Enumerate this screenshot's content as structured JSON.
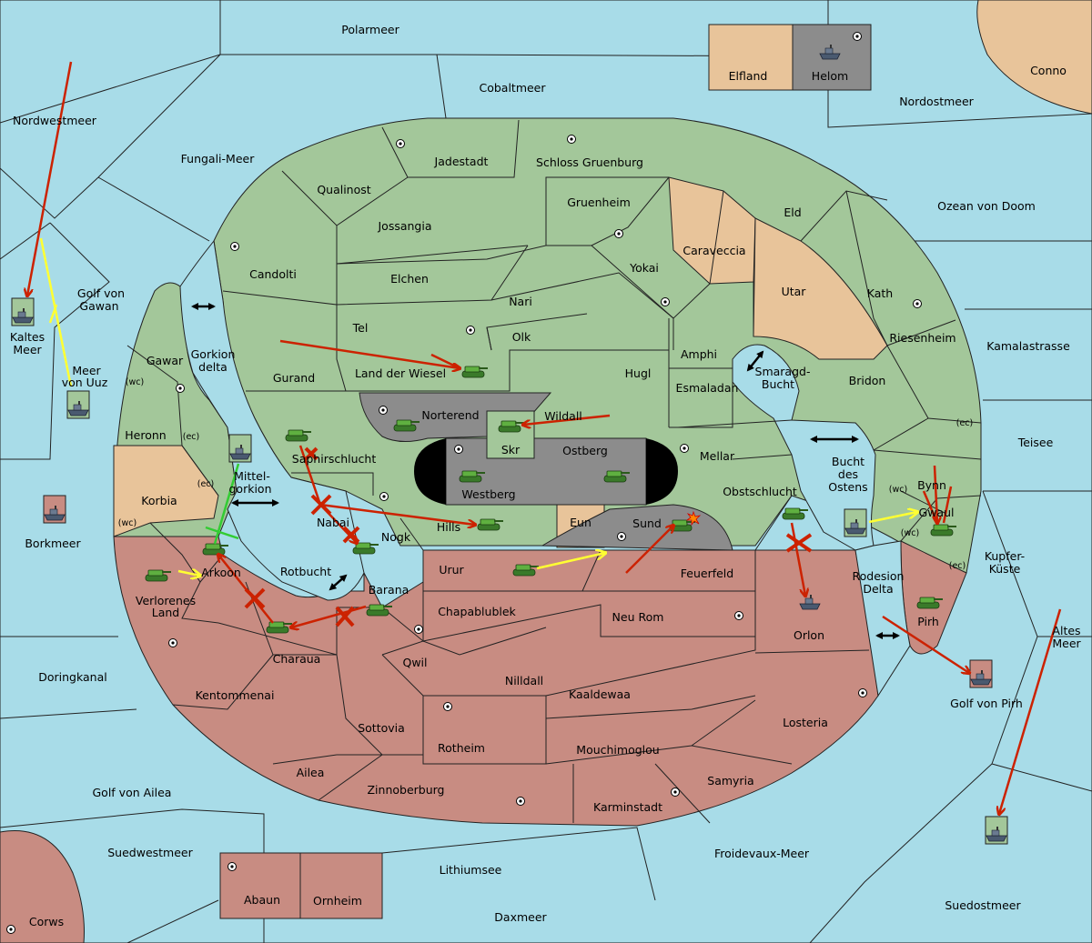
{
  "map": {
    "colors": {
      "sea": "#a8dce8",
      "player_green": "#a3c79a",
      "player_tan": "#e8c49a",
      "player_red": "#c88c82",
      "impassable": "#8c8c8c",
      "move_red": "#cc2200",
      "support_yellow": "#ffff33",
      "convoy_green": "#33cc33",
      "arrow_black": "#000000"
    },
    "seas": {
      "polarmeer": "Polarmeer",
      "cobaltmeer": "Cobaltmeer",
      "nordwestmeer": "Nordwestmeer",
      "fungali": "Fungali-Meer",
      "conno": "Conno",
      "nordostmeer": "Nordostmeer",
      "ozean": "Ozean von Doom",
      "golf_gawan_1": "Golf von",
      "golf_gawan_2": "Gawan",
      "kaltes_1": "Kaltes",
      "kaltes_2": "Meer",
      "uuz_1": "Meer",
      "uuz_2": "von Uuz",
      "gorkion_1": "Gorkion",
      "gorkion_2": "delta",
      "mittel_1": "Mittel-",
      "mittel_2": "gorkion",
      "borkmeer": "Borkmeer",
      "rotbucht": "Rotbucht",
      "smaragd_1": "Smaragd-",
      "smaragd_2": "Bucht",
      "bucht_1": "Bucht",
      "bucht_2": "des",
      "bucht_3": "Ostens",
      "kamala": "Kamalastrasse",
      "teisee": "Teisee",
      "kupfer_1": "Kupfer-",
      "kupfer_2": "Küste",
      "rodesion_1": "Rodesion",
      "rodesion_2": "Delta",
      "altes_1": "Altes",
      "altes_2": "Meer",
      "golf_pirh": "Golf von Pirh",
      "doringkanal": "Doringkanal",
      "golf_ailea": "Golf von Ailea",
      "suedwestmeer": "Suedwestmeer",
      "lithiumsee": "Lithiumsee",
      "froidevaux": "Froidevaux-Meer",
      "suedostmeer": "Suedostmeer",
      "daxmeer": "Daxmeer",
      "corws": "Corws"
    },
    "lands": {
      "elfland": "Elfland",
      "helom": "Helom",
      "jadestadt": "Jadestadt",
      "schloss": "Schloss Gruenburg",
      "qualinost": "Qualinost",
      "gruenheim": "Gruenheim",
      "eld": "Eld",
      "jossangia": "Jossangia",
      "caraveccia": "Caraveccia",
      "candolti": "Candolti",
      "elchen": "Elchen",
      "yokai": "Yokai",
      "utar": "Utar",
      "kath": "Kath",
      "nari": "Nari",
      "tel": "Tel",
      "olk": "Olk",
      "riesenheim": "Riesenheim",
      "amphi": "Amphi",
      "gawar": "Gawar",
      "gurand": "Gurand",
      "land_wiesel": "Land der Wiesel",
      "hugl": "Hugl",
      "bridon": "Bridon",
      "esmaladan": "Esmaladan",
      "norterend": "Norterend",
      "wildall": "Wildall",
      "heronn": "Heronn",
      "skr": "Skr",
      "ostberg": "Ostberg",
      "mellar": "Mellar",
      "saphir": "Saphirschlucht",
      "westberg": "Westberg",
      "obstschlucht": "Obstschlucht",
      "korbia": "Korbia",
      "nabai": "Nabai",
      "hills": "Hills",
      "eun": "Eun",
      "sund": "Sund",
      "nogk": "Nogk",
      "gwaul": "Gwaul",
      "bynn": "Bynn",
      "arkoon": "Arkoon",
      "urur": "Urur",
      "feuerfeld": "Feuerfeld",
      "verlorenes_1": "Verlorenes",
      "verlorenes_2": "Land",
      "barana": "Barana",
      "chapablublek": "Chapablublek",
      "neu_rom": "Neu Rom",
      "pirh": "Pirh",
      "charaua": "Charaua",
      "orlon": "Orlon",
      "qwil": "Qwil",
      "nilldall": "Nilldall",
      "kentommenai": "Kentommenai",
      "kaaldewaa": "Kaaldewaa",
      "sottovia": "Sottovia",
      "losteria": "Losteria",
      "rotheim": "Rotheim",
      "mouchimoglou": "Mouchimoglou",
      "ailea": "Ailea",
      "samyria": "Samyria",
      "zinnoberburg": "Zinnoberburg",
      "karminstadt": "Karminstadt",
      "abaun": "Abaun",
      "ornheim": "Ornheim"
    },
    "coasts": {
      "wc": "(wc)",
      "ec": "(ec)"
    }
  }
}
